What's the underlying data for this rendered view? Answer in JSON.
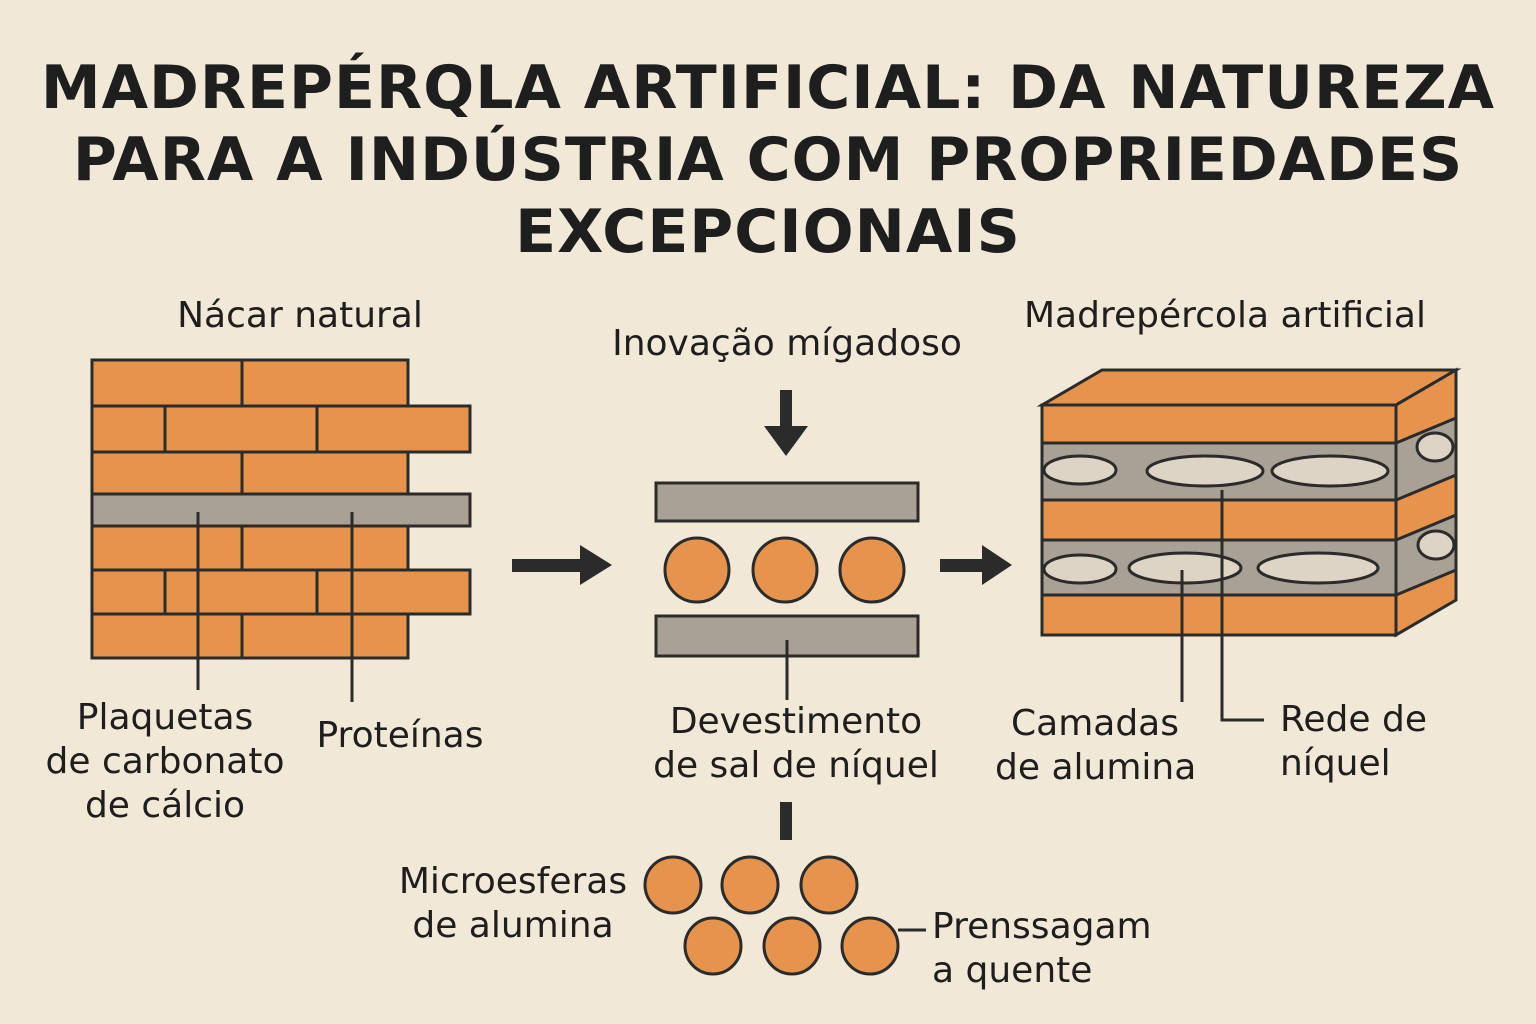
{
  "title": {
    "line1": "MADREPÉRQLA ARTIFICIAL: DA NATUREZA",
    "line2": "PARA A INDÚSTRIA COM PROPRIEDADES",
    "line3": "EXCEPCIONAIS"
  },
  "left_panel": {
    "heading": "Nácar natural",
    "platelets_label": [
      "Plaquetas",
      "de carbonato",
      "de cálcio"
    ],
    "proteins_label": "Proteínas"
  },
  "middle_panel": {
    "heading": "Inovação mígadoso",
    "coating_label": [
      "Devestimento",
      "de sal de níquel"
    ],
    "microspheres_label": [
      "Microesferas",
      "de alumina"
    ],
    "hot_press_label": [
      "Prenssagam",
      "a quente"
    ]
  },
  "right_panel": {
    "heading": "Madrepércola artificial",
    "alumina_layers_label": [
      "Camadas",
      "de alumina"
    ],
    "nickel_network_label": [
      "Rede de",
      "níquel"
    ]
  },
  "colors": {
    "background": "#f2e8d8",
    "orange": "#e6944d",
    "gray": "#a9a196",
    "light_lens": "#ddd4c6",
    "outline": "#2b2b2b"
  }
}
